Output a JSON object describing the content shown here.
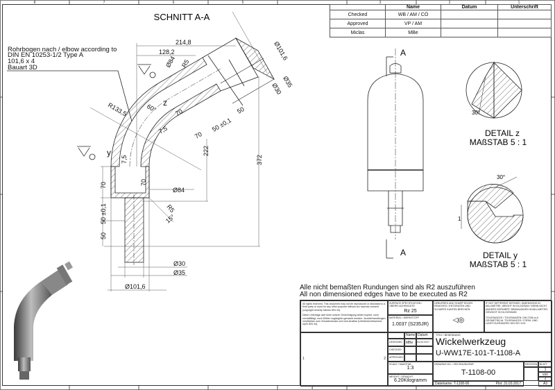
{
  "frame": {
    "column_numbers": [
      "8",
      "7",
      "6",
      "5",
      "4",
      "3",
      "2",
      "1"
    ]
  },
  "approval_table": {
    "headers": [
      "",
      "Name",
      "Datum",
      "Unterschrift"
    ],
    "rows": [
      {
        "label": "Checked",
        "name": "WB / AM / CÖ",
        "datum": "",
        "signature": ""
      },
      {
        "label": "Approved",
        "name": "VP / AM",
        "datum": "",
        "signature": ""
      },
      {
        "label": "Miclas",
        "name": "MBe",
        "datum": "",
        "signature": ""
      }
    ]
  },
  "section": {
    "title": "SCHNITT A-A",
    "note_lines": [
      "Rohrbogen nach / elbow according to",
      "DIN EN 10253-1/2 Type A",
      "101,6 x 4",
      "Bauart 3D"
    ],
    "dimensions": {
      "d214": "214,8",
      "d128": "128,2",
      "d84a": "Ø84",
      "r5a": "R5",
      "d1016a": "Ø101,6",
      "d35a": "Ø35",
      "d30a": "Ø30",
      "r1335": "R133,5",
      "a60": "60°",
      "z": "z",
      "l70a": "70",
      "l50": "50",
      "l75a": "7,5",
      "l50tol": "50 ±0,1",
      "l70b": "70",
      "l222": "222",
      "l372": "372",
      "y": "y",
      "l75b": "7,5",
      "l70c": "70",
      "l70d": "70",
      "d84b": "Ø84",
      "l50tolb": "50 ±0,1",
      "l50b": "50",
      "r5b": "R5",
      "a15": "15°",
      "d30b": "Ø30",
      "d35b": "Ø35",
      "d1016b": "Ø101,6"
    }
  },
  "view": {
    "section_label_top": "A",
    "section_label_bottom": "A"
  },
  "detail_z": {
    "angle": "30°",
    "title": "DETAIL z",
    "scale": "MAßSTAB 5 : 1"
  },
  "detail_y": {
    "angle": "30°",
    "dim": "1",
    "title": "DETAIL y",
    "scale": "MAßSTAB 5 : 1"
  },
  "notes": {
    "line1": "Alle nicht bemaßten Rundungen sind als R2 auszuführen",
    "line2": "All non dimensioned edges have to be executed as R2"
  },
  "title_block": {
    "rights": "All rights reserved. This document may not be reproduced or disclosed to a third party or used for any other purpose without our express consent (copyright remedy follows DIN 34).",
    "rights_de": "Diese Unterlage darf ohne unsere Genehmigung weder kopiert, noch vervielfältigt, noch Dritten zugänglich gemacht werden. Zuwiderhandlungen verpflichten zum Schadenersatz und sind strafbar (Urheberrechtsschutz nach DIN 34).",
    "surface_label": "SURFACE SPECIFICATION / OBERFLÄCHENGÜTE",
    "surface_value": "Rz 25",
    "material_label": "MATERIAL / WERKSTOFF",
    "material_value": "1.0037 (S235JR)",
    "deburr": "DEBURRED AND SHARP EDGES REMOVED / ENTGRATEN UND SCHARFE KANTEN BRECHEN",
    "defaults": "IF NOT DIFFERENT DEFINED: DIMENSIONS IN MILLIMETRE, WEIGHT IN KILOGRAM / WENN NICHT ANDERS DEFINIERT: BEMAßUNGEN IN MILLIMETER, GEWICHT IN KILOGRAMM",
    "tolerances": "TOLERANCES / TOLERANZEN: DIN 2768-m-K GEOMETRICAL TOLERANCES / FORM- UND LAGETOLERANZEN: DIN ISO 1101",
    "name_header": "Name",
    "date_header": "Datum",
    "designed_label": "DESIGNED",
    "designed_name": "MBe",
    "designed_date": "24.03.2017",
    "checked_label": "CHECKED",
    "approved_label": "APPROVED",
    "title_label": "TITLE / BENENNUNG",
    "title": "Wickelwerkzeug",
    "subtitle": "U-WW17E-101-T-1108-A",
    "scale_label": "SCALE / MAßSTAB",
    "scale": "1:3",
    "weight_label": "WEIGHT / GEWICHT",
    "weight": "6.20Kilogramm",
    "drawing_no_label": "DRAWING NO. / ZEICHNUNGSNR.",
    "drawing_no": "T-1108-00",
    "revision_label": "REVISION",
    "sheet_label": "BLATT",
    "sheet": "1",
    "of": "von",
    "sheets": "2",
    "format": "A3",
    "filename": "Dateiname: T-1108-00",
    "plot": "Plot: 31.03.2017",
    "left_mark": "1",
    "right_mark": "2"
  }
}
